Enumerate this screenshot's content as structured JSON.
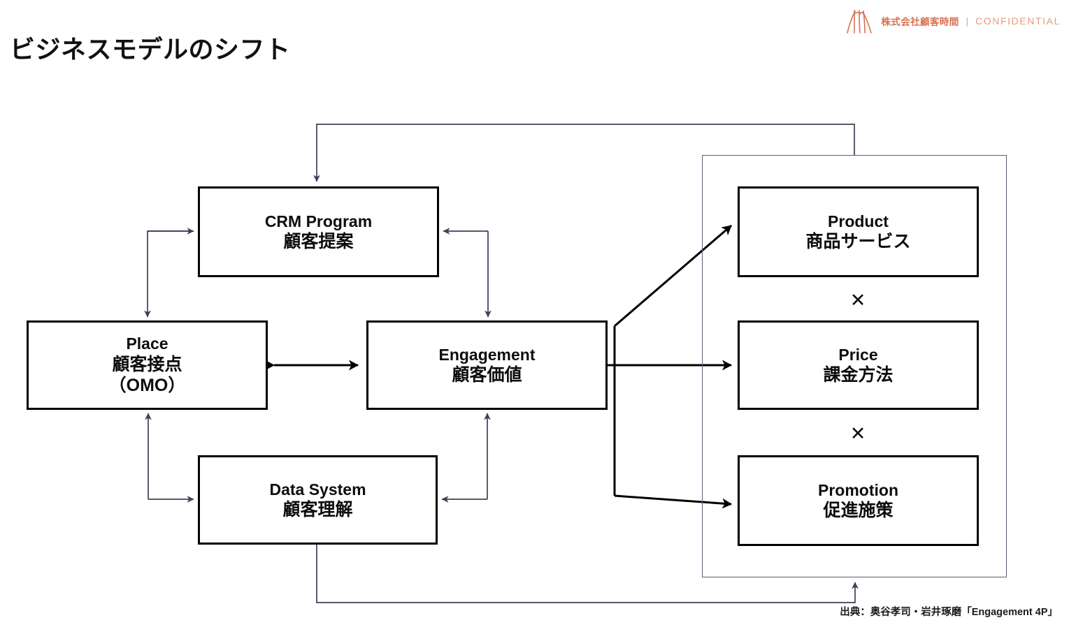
{
  "slide": {
    "title": "ビジネスモデルのシフト",
    "background_color": "#ffffff",
    "source_note": "出典：奥谷孝司・岩井琢磨「Engagement 4P」"
  },
  "brand": {
    "logo_icon": "three-figures-mark",
    "company": "株式会社顧客時間",
    "separator": "|",
    "classification": "CONFIDENTIAL",
    "color": "#d9714f"
  },
  "diagram": {
    "type": "flow-diagram",
    "stroke_color": "#000000",
    "connector_color": "#3b4256",
    "group": {
      "label": "engagement-4p-group",
      "border_color": "#5a5f73"
    },
    "left_cluster": [
      {
        "id": "crm-program",
        "en": "CRM Program",
        "jp": "顧客提案",
        "jp2": ""
      },
      {
        "id": "place",
        "en": "Place",
        "jp": "顧客接点",
        "jp2": "（OMO）"
      },
      {
        "id": "engagement",
        "en": "Engagement",
        "jp": "顧客価値",
        "jp2": ""
      },
      {
        "id": "data-system",
        "en": "Data System",
        "jp": "顧客理解",
        "jp2": ""
      }
    ],
    "right_cluster": [
      {
        "id": "product",
        "en": "Product",
        "jp": "商品サービス",
        "jp2": ""
      },
      {
        "id": "price",
        "en": "Price",
        "jp": "課金方法",
        "jp2": ""
      },
      {
        "id": "promotion",
        "en": "Promotion",
        "jp": "促進施策",
        "jp2": ""
      }
    ],
    "operators": {
      "multiply_1": "✕",
      "multiply_2": "✕"
    }
  }
}
